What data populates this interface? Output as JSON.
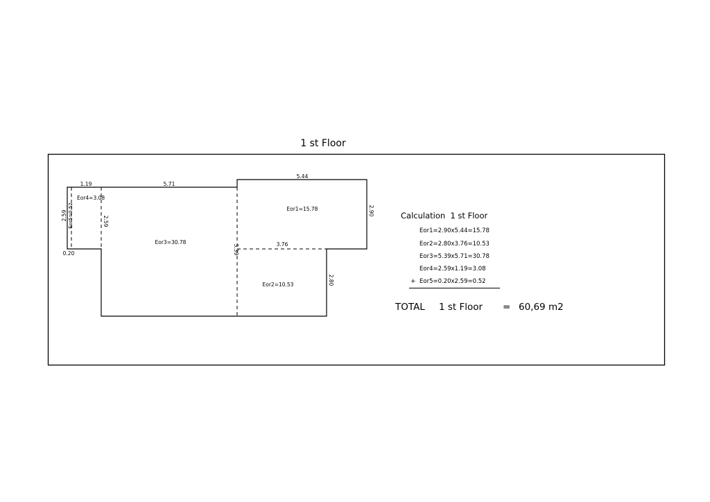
{
  "title": "1 st Floor",
  "plan": {
    "areas": {
      "eor1": "Eor1=15.78",
      "eor2": "Eor2=10.53",
      "eor3": "Eor3=30.78",
      "eor4": "Eor4=3.08",
      "eor5": "Eor5=0.52"
    },
    "dimensions": {
      "d_1_19": "1.19",
      "d_5_71": "5.71",
      "d_5_44": "5.44",
      "d_2_90": "2.90",
      "d_2_59_a": "2.59",
      "d_2_59_b": "2.59",
      "d_0_20": "0.20",
      "d_5_39": "5.39",
      "d_3_76": "3.76",
      "d_2_80": "2.80"
    }
  },
  "calculation": {
    "heading": "Calculation  1 st Floor",
    "lines": [
      "Eor1=2.90x5.44=15.78",
      "Eor2=2.80x3.76=10.53",
      "Eor3=5.39x5.71=30.78",
      "Eor4=2.59x1.19=3.08",
      "Eor5=0.20x2.59=0.52"
    ],
    "plus": "+",
    "total_label": "TOTAL",
    "total_floor": "1 st Floor",
    "equals": "=",
    "total_value": "60,69 m2"
  }
}
